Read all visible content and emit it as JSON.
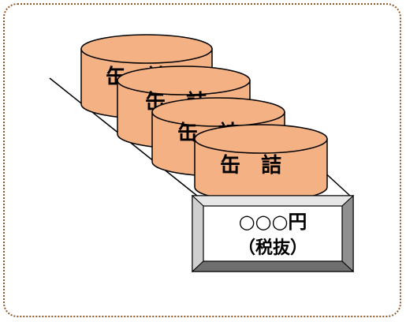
{
  "can_label_line": "缶　詰",
  "price_tag": {
    "line1": "○○○円",
    "line2": "（税抜）"
  },
  "colors": {
    "can_fill": "#f4b183",
    "can_stroke": "#000000",
    "frame_border": "#8b5a2b",
    "tag_bevel_light": "#e6e6e6",
    "tag_bevel_dark": "#7f7f7f",
    "tag_face": "#ffffff"
  }
}
